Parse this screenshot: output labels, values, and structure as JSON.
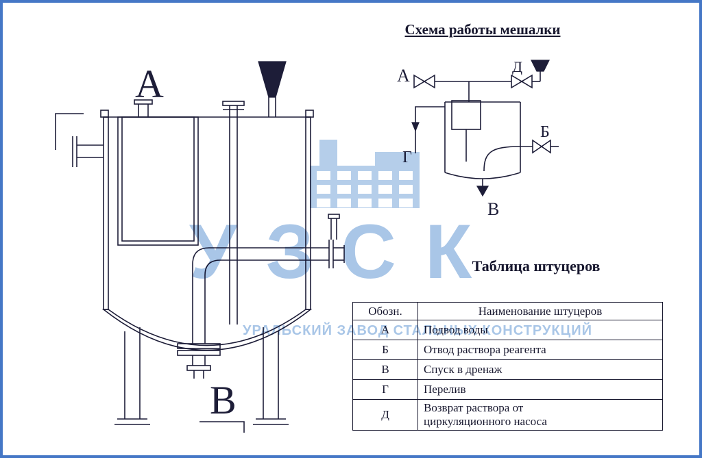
{
  "sheet": {
    "border_color": "#4577c6",
    "background": "#ffffff"
  },
  "schematic": {
    "title": "Схема работы мешалки",
    "labels": {
      "a": "А",
      "b": "Б",
      "v": "В",
      "g": "Г",
      "d": "Д"
    }
  },
  "tank_drawing": {
    "label_top": "А",
    "label_bottom": "В"
  },
  "fittings_table": {
    "title": "Таблица штуцеров",
    "headers": [
      "Обозн.",
      "Наименование штуцеров"
    ],
    "rows": [
      {
        "code": "А",
        "name": "Подвод воды"
      },
      {
        "code": "Б",
        "name": "Отвод раствора реагента"
      },
      {
        "code": "В",
        "name": "Спуск в дренаж"
      },
      {
        "code": "Г",
        "name": "Перелив"
      },
      {
        "code": "Д",
        "name": "Возврат раствора от\nциркуляционного насоса"
      }
    ]
  },
  "watermark": {
    "logo_text": "УЗСК",
    "subtitle": "УРАЛЬСКИЙ ЗАВОД СТАЛЬНЫХ КОНСТРУКЦИЙ",
    "color": "#a9c6e7"
  }
}
